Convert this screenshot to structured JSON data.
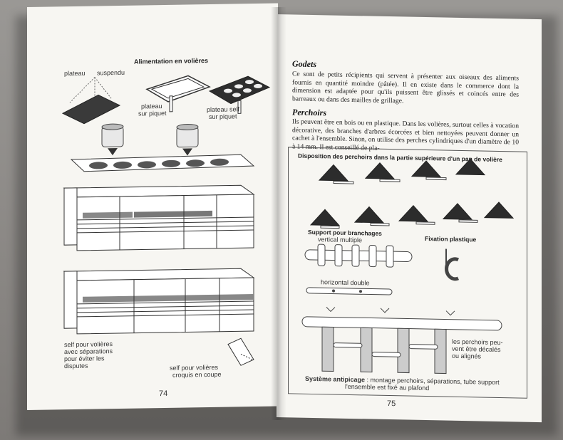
{
  "left_page": {
    "title": "Alimentation en volières",
    "labels": {
      "plateau": "plateau",
      "suspendu": "suspendu",
      "plateau_piquet_1": "plateau",
      "plateau_piquet_2": "sur piquet",
      "plateau_self_1": "plateau self",
      "plateau_self_2": "sur piquet",
      "self_volieres_1": "self pour volières",
      "self_volieres_2": "avec séparations",
      "self_volieres_3": "pour éviter les",
      "self_volieres_4": "disputes",
      "croquis_1": "self pour volières",
      "croquis_2": "croquis en coupe"
    },
    "page_number": "74"
  },
  "right_page": {
    "godets_heading": "Godets",
    "godets_text": "Ce sont de petits récipients qui servent à présenter aux oiseaux des aliments fournis en quantité moindre (pâtée). Il en existe dans le commerce dont la dimension est adaptée pour qu'ils puissent être glissés et coincés entre des barreaux ou dans des mailles de grillage.",
    "perchoirs_heading": "Perchoirs",
    "perchoirs_text": "Ils peuvent être en bois ou en plastique. Dans les volières, surtout celles à vocation décorative, des branches d'arbres écorcées et bien nettoyées peuvent donner un cachet à l'ensemble. Sinon, on utilise des perches cylindriques d'un diamètre de 10 à 14 mm. Il est conseillé de pla-",
    "figure": {
      "title": "Disposition des perchoirs dans la partie supérieure d'un pan de volière",
      "support_title": "Support pour branchages",
      "vertical_multiple": "vertical multiple",
      "fixation": "Fixation plastique",
      "horizontal_double": "horizontal double",
      "perchoirs_note_1": "les perchoirs peu-",
      "perchoirs_note_2": "vent être décalés",
      "perchoirs_note_3": "ou alignés",
      "antipicage_label": "Système antipicage",
      "antipicage_text_1": " : montage perchoirs, séparations, tube support",
      "antipicage_text_2": "l'ensemble est fixé au plafond"
    },
    "page_number": "75"
  }
}
